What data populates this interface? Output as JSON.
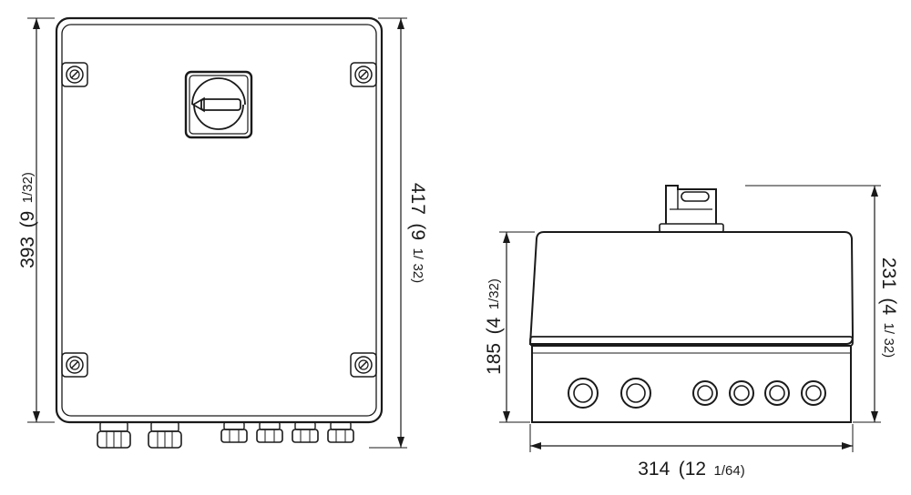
{
  "dimensions": {
    "front_height": {
      "value": "393",
      "paren_open": "(9",
      "frac": "1/32)"
    },
    "overall_height": {
      "value": "417",
      "paren_open": "(9",
      "frac_top": "1/",
      "frac_bottom": "32)"
    },
    "side_body_height": {
      "value": "185",
      "paren_open": "(4",
      "frac": "1/32)"
    },
    "side_total_height": {
      "value": "231",
      "paren_open": "(4",
      "frac_top": "1/",
      "frac_bottom": "32)"
    },
    "width": {
      "value": "314",
      "paren_open": "(12",
      "frac": "1/64)"
    }
  },
  "colors": {
    "line": "#1a1a1a",
    "background": "#ffffff",
    "knob": "#ffffff"
  }
}
